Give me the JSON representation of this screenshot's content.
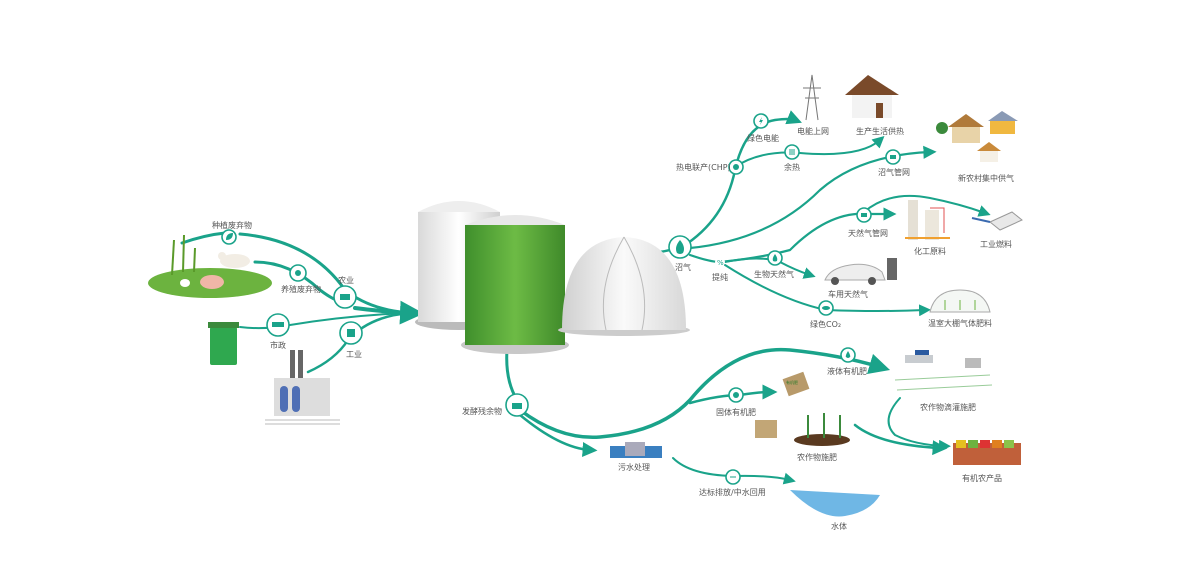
{
  "colors": {
    "accent": "#1aa38a",
    "tank_green": "#5aa33a",
    "grass": "#6cb33f"
  },
  "inputs": {
    "crop_waste": "种植废弃物",
    "livestock_waste": "养殖废弃物",
    "agriculture": "农业",
    "municipal": "市政",
    "industry": "工业"
  },
  "biogas": {
    "biogas": "沼气",
    "purification": "提纯",
    "chp": "热电联产(CHP)",
    "green_power": "绿色电能",
    "waste_heat": "余热",
    "grid_power": "电能上网",
    "heating": "生产生活供热",
    "biogas_pipeline": "沼气管网",
    "village_gas": "新农村集中供气",
    "ng_pipeline": "天然气管网",
    "chemical": "化工原料",
    "industrial_fuel": "工业燃料",
    "bio_ng": "生物天然气",
    "vehicle_gas": "车用天然气",
    "green_co2": "绿色CO₂",
    "greenhouse": "温室大棚气体肥料"
  },
  "digestate": {
    "residue": "发酵残余物",
    "wastewater": "污水处理",
    "discharge": "达标排放/中水回用",
    "water_body": "水体",
    "solid_fertilizer": "固体有机肥",
    "liquid_fertilizer": "液体有机肥",
    "crop_fertilizing": "农作物施肥",
    "drip_fertigation": "农作物滴灌施肥",
    "organic_produce": "有机农产品",
    "bag_label": "有机肥"
  }
}
